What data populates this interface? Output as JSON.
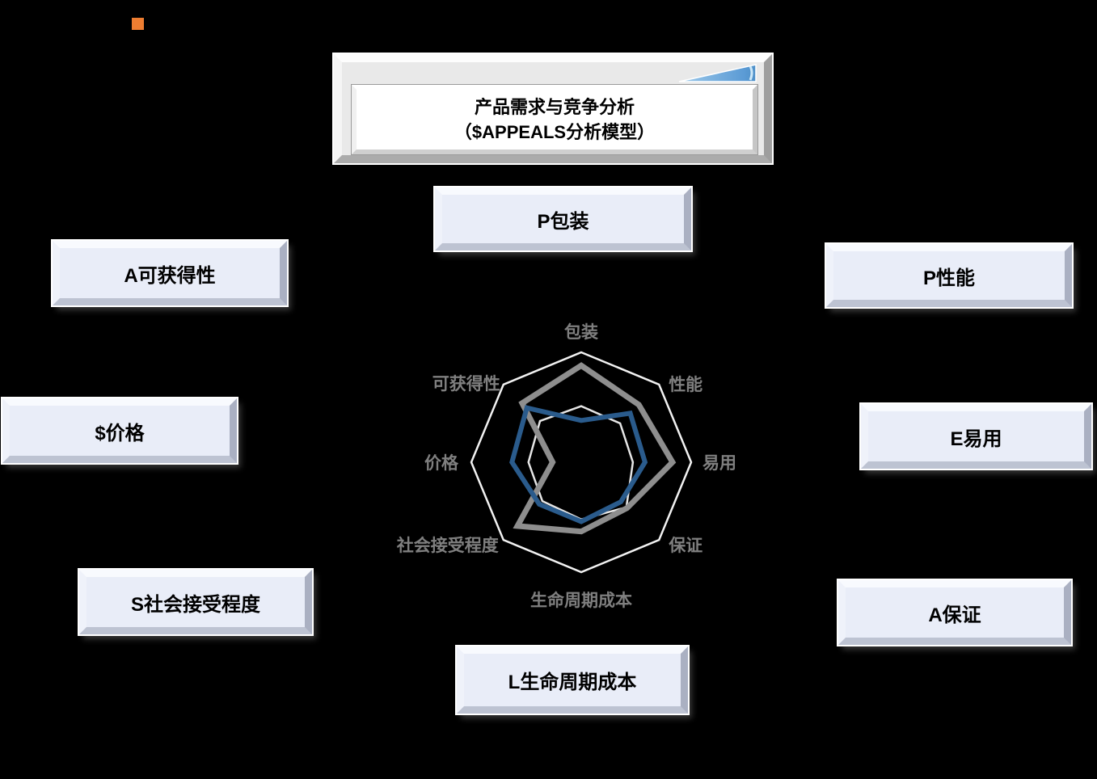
{
  "decor": {
    "orange_square_color": "#ED7D31",
    "swoosh_color_light": "#A6CEEC",
    "swoosh_color_dark": "#4E8FC7"
  },
  "title_box": {
    "line1": "产品需求与竞争分析",
    "line2": "（$APPEALS分析模型）"
  },
  "boxes": [
    {
      "id": "packaging",
      "label": "P包装"
    },
    {
      "id": "availability",
      "label": "A可获得性"
    },
    {
      "id": "performance",
      "label": "P性能"
    },
    {
      "id": "price",
      "label": "$价格"
    },
    {
      "id": "ease-of-use",
      "label": "E易用"
    },
    {
      "id": "social",
      "label": "S社会接受程度"
    },
    {
      "id": "assurance",
      "label": "A保证"
    },
    {
      "id": "lifecycle",
      "label": "L生命周期成本"
    }
  ],
  "chart_data": {
    "type": "radar",
    "categories": [
      "包装",
      "性能",
      "易用",
      "保证",
      "生命周期成本",
      "社会接受程度",
      "价格",
      "可获得性"
    ],
    "axis_range": [
      0,
      1
    ],
    "grid": {
      "rings": [
        1.0
      ],
      "color": "#F2F2F2",
      "width": 2.5
    },
    "label_color": "#7F7F7F",
    "legend": "none",
    "series": [
      {
        "name": "series-white",
        "color": "#E6E6E6",
        "width": 2.5,
        "values": [
          0.51,
          0.5,
          0.47,
          0.58,
          0.52,
          0.5,
          0.48,
          0.53
        ]
      },
      {
        "name": "series-gray",
        "color": "#8E8E8E",
        "width": 7,
        "values": [
          0.88,
          0.74,
          0.83,
          0.59,
          0.63,
          0.82,
          0.26,
          0.76
        ]
      },
      {
        "name": "series-blue",
        "color": "#2A5B8C",
        "width": 6,
        "values": [
          0.38,
          0.63,
          0.58,
          0.51,
          0.54,
          0.54,
          0.63,
          0.7
        ]
      }
    ]
  }
}
